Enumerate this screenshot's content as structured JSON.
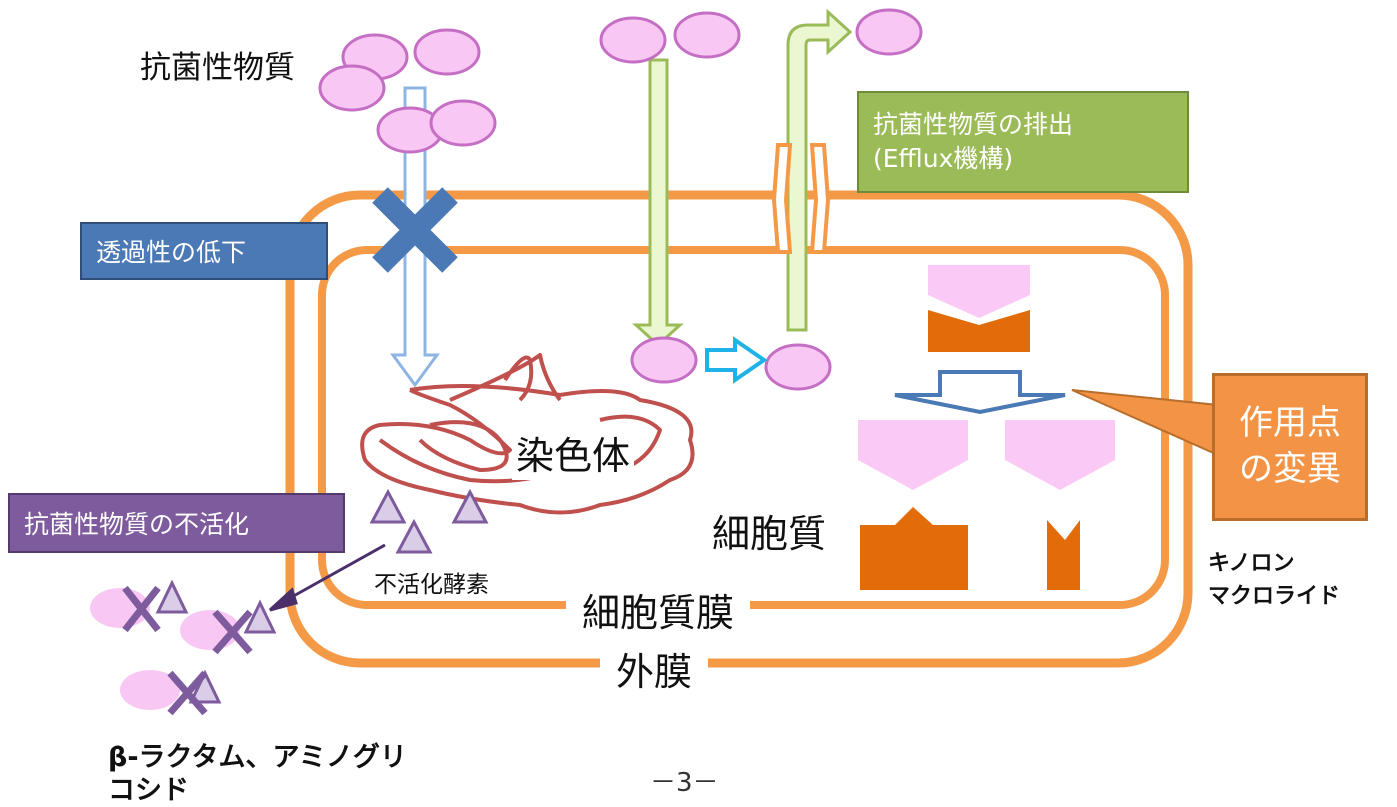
{
  "labels": {
    "antibacterial": "抗菌性物質",
    "permeability_decrease": "透過性の低下",
    "efflux_line1": "抗菌性物質の排出",
    "efflux_line2": "(Efflux機構)",
    "inactivation": "抗菌性物質の不活化",
    "inactivating_enzyme": "不活化酵素",
    "chromosome": "染色体",
    "cytoplasm": "細胞質",
    "cytoplasmic_membrane": "細胞質膜",
    "outer_membrane": "外膜",
    "target_alteration_line1": "作用点",
    "target_alteration_line2": "の変異",
    "quinolone": "キノロン",
    "macrolide": "マクロライド",
    "betalactam_line1": "β-ラクタム、アミノグリ",
    "betalactam_line2": "コシド",
    "page_number": "－3－"
  },
  "colors": {
    "pink": "#f9c7f3",
    "pink_edge": "#c46ec4",
    "membrane": "#f49a47",
    "blue_box": "#4a79b5",
    "green_box": "#9bbb59",
    "purple_box": "#7d5b9c",
    "orange_callout": "#f39345",
    "dark_orange": "#e26b0a",
    "chromosome": "#c0504d",
    "cyan_arrow": "#1db3e8"
  }
}
